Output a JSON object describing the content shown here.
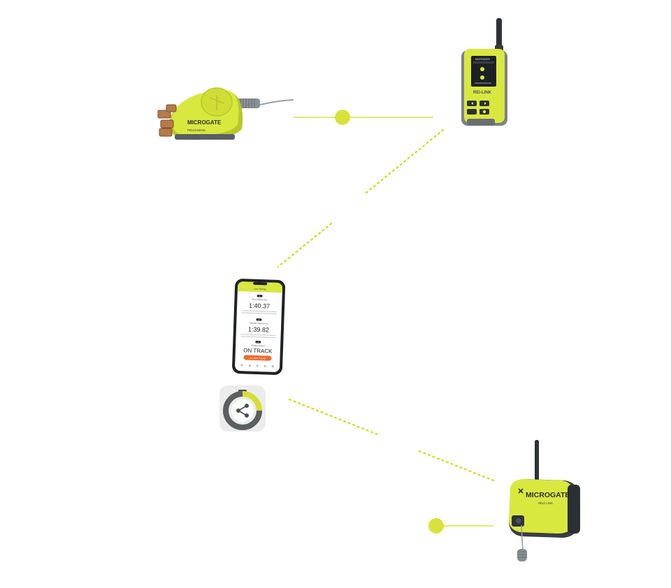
{
  "colors": {
    "accent": "#d8e23a",
    "device_body": "#d9e83f",
    "device_shadow": "#b9c72a",
    "device_dark": "#3b3f43",
    "dot_line": "#d4dc2c",
    "orange_button": "#f06a2a"
  },
  "sensor": {
    "brand": "MICROGATE",
    "model": "PIEZOSENS"
  },
  "handheld": {
    "brand": "MICROGATE",
    "model": "REI-LINK"
  },
  "transmitter": {
    "brand": "MICROGATE",
    "model": "REI2 LINK"
  },
  "phone": {
    "header": "Live Timing",
    "run1": {
      "badge": "1",
      "label": "Run Reference",
      "time": "1:40.37"
    },
    "run2": {
      "badge": "2",
      "label": "Winner Reference",
      "time": "1:39.82"
    },
    "status": {
      "badge": "3",
      "label": "Athlete Status",
      "value": "ON TRACK"
    },
    "button": "Live Race Tracker"
  },
  "app_icon": {
    "icon": "stopwatch-share-icon"
  }
}
